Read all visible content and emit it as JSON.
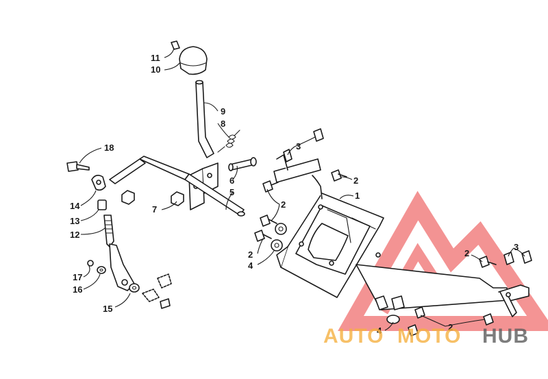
{
  "callouts": {
    "c1": "1",
    "c2a": "2",
    "c2b": "2",
    "c2c": "2",
    "c2d": "2",
    "c2e": "2",
    "c3a": "3",
    "c3b": "3",
    "c4a": "4",
    "c4b": "4",
    "c5": "5",
    "c6": "6",
    "c7": "7",
    "c8": "8",
    "c9": "9",
    "c10": "10",
    "c11": "11",
    "c12": "12",
    "c13": "13",
    "c14": "14",
    "c15": "15",
    "c16": "16",
    "c17": "17",
    "c18": "18"
  },
  "watermark": {
    "word_auto": "AUTO",
    "word_moto": "MOTO",
    "word_hub": "HUB",
    "color_red": "#f07070",
    "color_orange": "#f5b041",
    "color_gray": "#5c5c5c"
  }
}
